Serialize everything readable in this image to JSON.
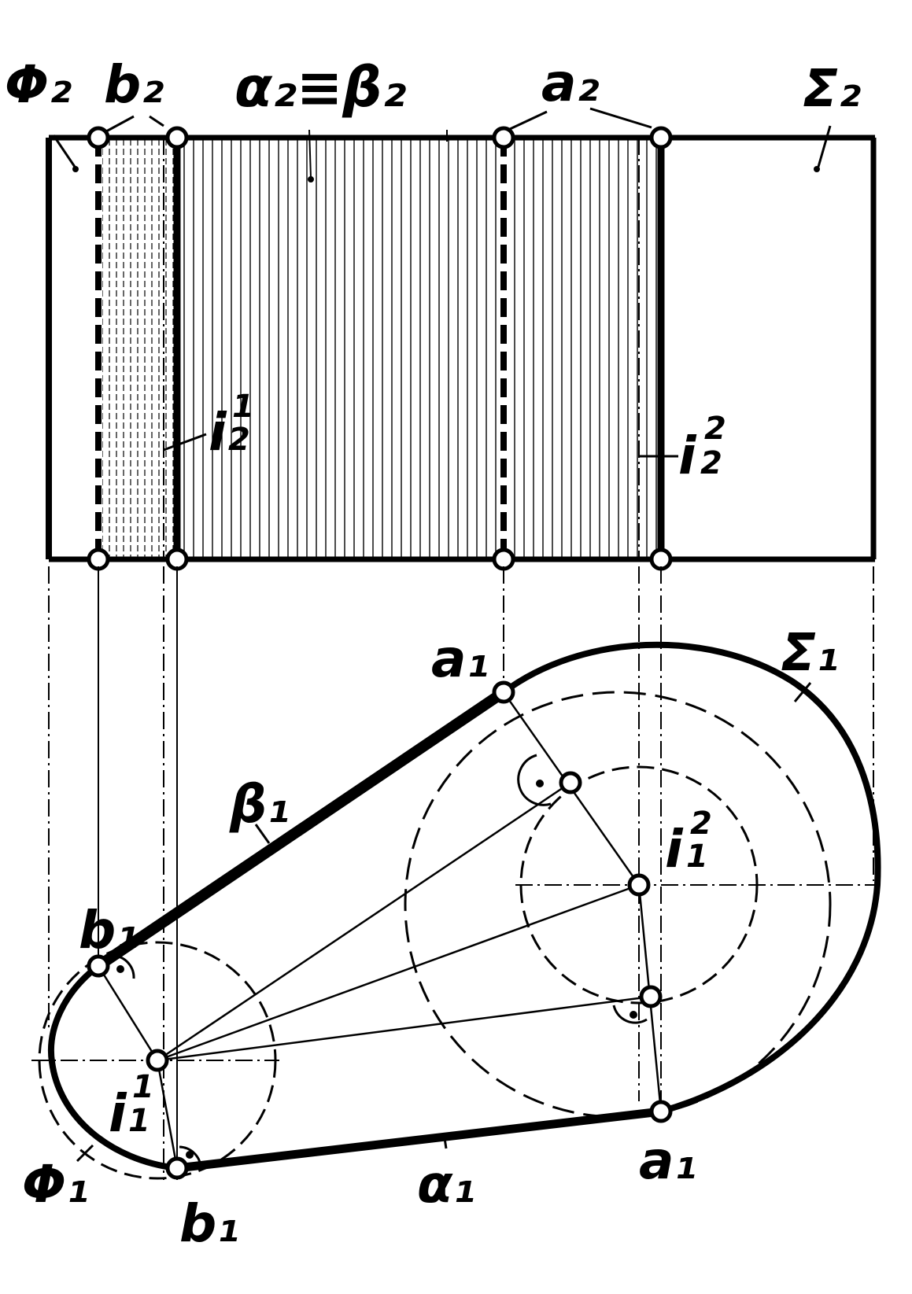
{
  "figure": {
    "colors": {
      "ink": "#000000",
      "paper": "#ffffff"
    },
    "labels": {
      "phi2": "Φ₂",
      "b2": "b₂",
      "alpha_beta_2": "α₂≡β₂",
      "a2": "a₂",
      "sigma2": "Σ₂",
      "i2_1": {
        "main": "i",
        "sup": "1",
        "sub": "2"
      },
      "i2_2": {
        "main": "i",
        "sup": "2",
        "sub": "2"
      },
      "a1_top": "a₁",
      "sigma1": "Σ₁",
      "beta1": "β₁",
      "i1_2": {
        "main": "i",
        "sup": "2",
        "sub": "1"
      },
      "b1_top": "b₁",
      "i1_1": {
        "main": "i",
        "sup": "1",
        "sub": "1"
      },
      "phi1": "Φ₁",
      "alpha1": "α₁",
      "a1_bottom": "a₁",
      "b1_bottom": "b₁"
    }
  }
}
